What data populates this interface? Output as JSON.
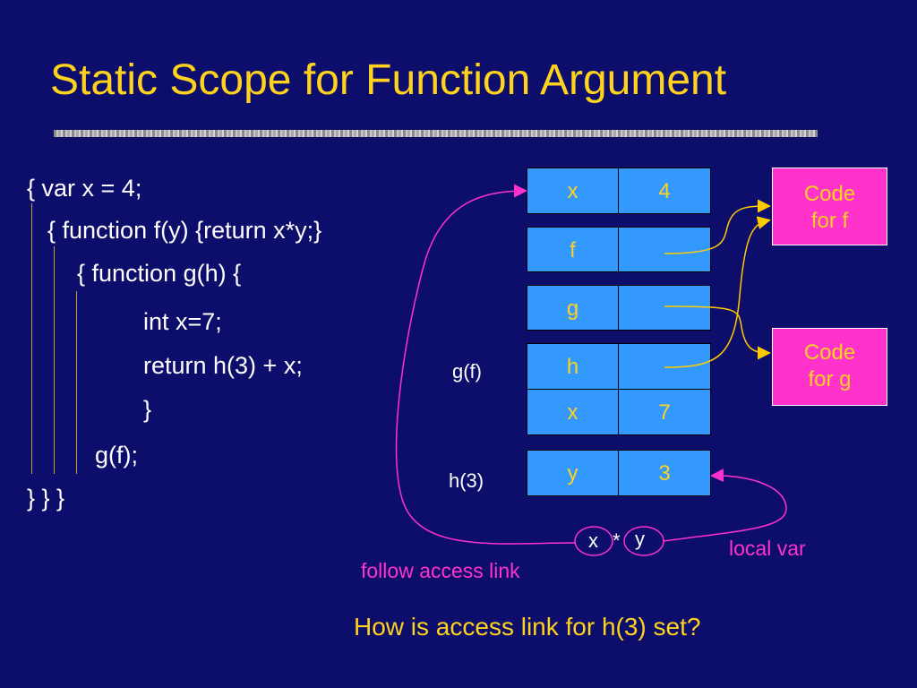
{
  "title": "Static Scope for Function Argument",
  "code": [
    "{ var x = 4;",
    "{ function f(y) {return x*y;}",
    "{ function g(h) {",
    "int x=7;",
    "return h(3) + x;",
    "}",
    "g(f);",
    "} } }"
  ],
  "frames": {
    "x": {
      "name": "x",
      "value": "4"
    },
    "f": {
      "name": "f",
      "value": ""
    },
    "g": {
      "name": "g",
      "value": ""
    },
    "h": {
      "name": "h",
      "value": ""
    },
    "x2": {
      "name": "x",
      "value": "7"
    },
    "y": {
      "name": "y",
      "value": "3"
    }
  },
  "labels": {
    "gf": "g(f)",
    "h3": "h(3)",
    "code_f": "Code\nfor f",
    "code_g": "Code\nfor g",
    "local_var": "local var",
    "follow": "follow access link",
    "expr_x": "x",
    "expr_op": "*",
    "expr_y": "y"
  },
  "question": "How is access link for h(3) set?",
  "colors": {
    "background": "#0d0d6b",
    "title": "#ffd21e",
    "cell": "#3399ff",
    "code_box": "#ff33cc",
    "arrow_yellow": "#ffcc00",
    "arrow_magenta": "#ff33cc"
  }
}
